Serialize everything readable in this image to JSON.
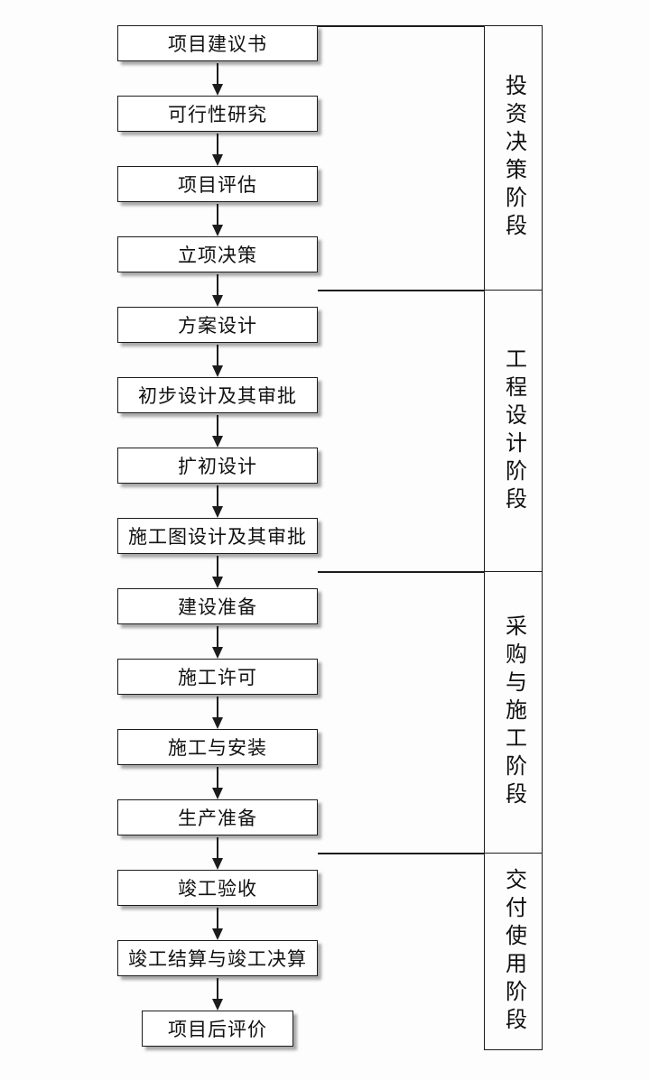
{
  "diagram": {
    "type": "flowchart",
    "steps": [
      "项目建议书",
      "可行性研究",
      "项目评估",
      "立项决策",
      "方案设计",
      "初步设计及其审批",
      "扩初设计",
      "施工图设计及其审批",
      "建设准备",
      "施工许可",
      "施工与安装",
      "生产准备",
      "竣工验收",
      "竣工结算与竣工决算",
      "项目后评价"
    ],
    "phases": [
      {
        "label": "投资决策阶段",
        "from_step": 1,
        "to_step": 4
      },
      {
        "label": "工程设计阶段",
        "from_step": 5,
        "to_step": 8
      },
      {
        "label": "采购与施工阶段",
        "from_step": 9,
        "to_step": 12
      },
      {
        "label": "交付使用阶段",
        "from_step": 13,
        "to_step": 15
      }
    ],
    "colors": {
      "background": "#fdfdfd",
      "box_background": "#ffffff",
      "line": "#1c1c1c",
      "shadow": "#a9a9a9",
      "text": "#111111"
    }
  }
}
